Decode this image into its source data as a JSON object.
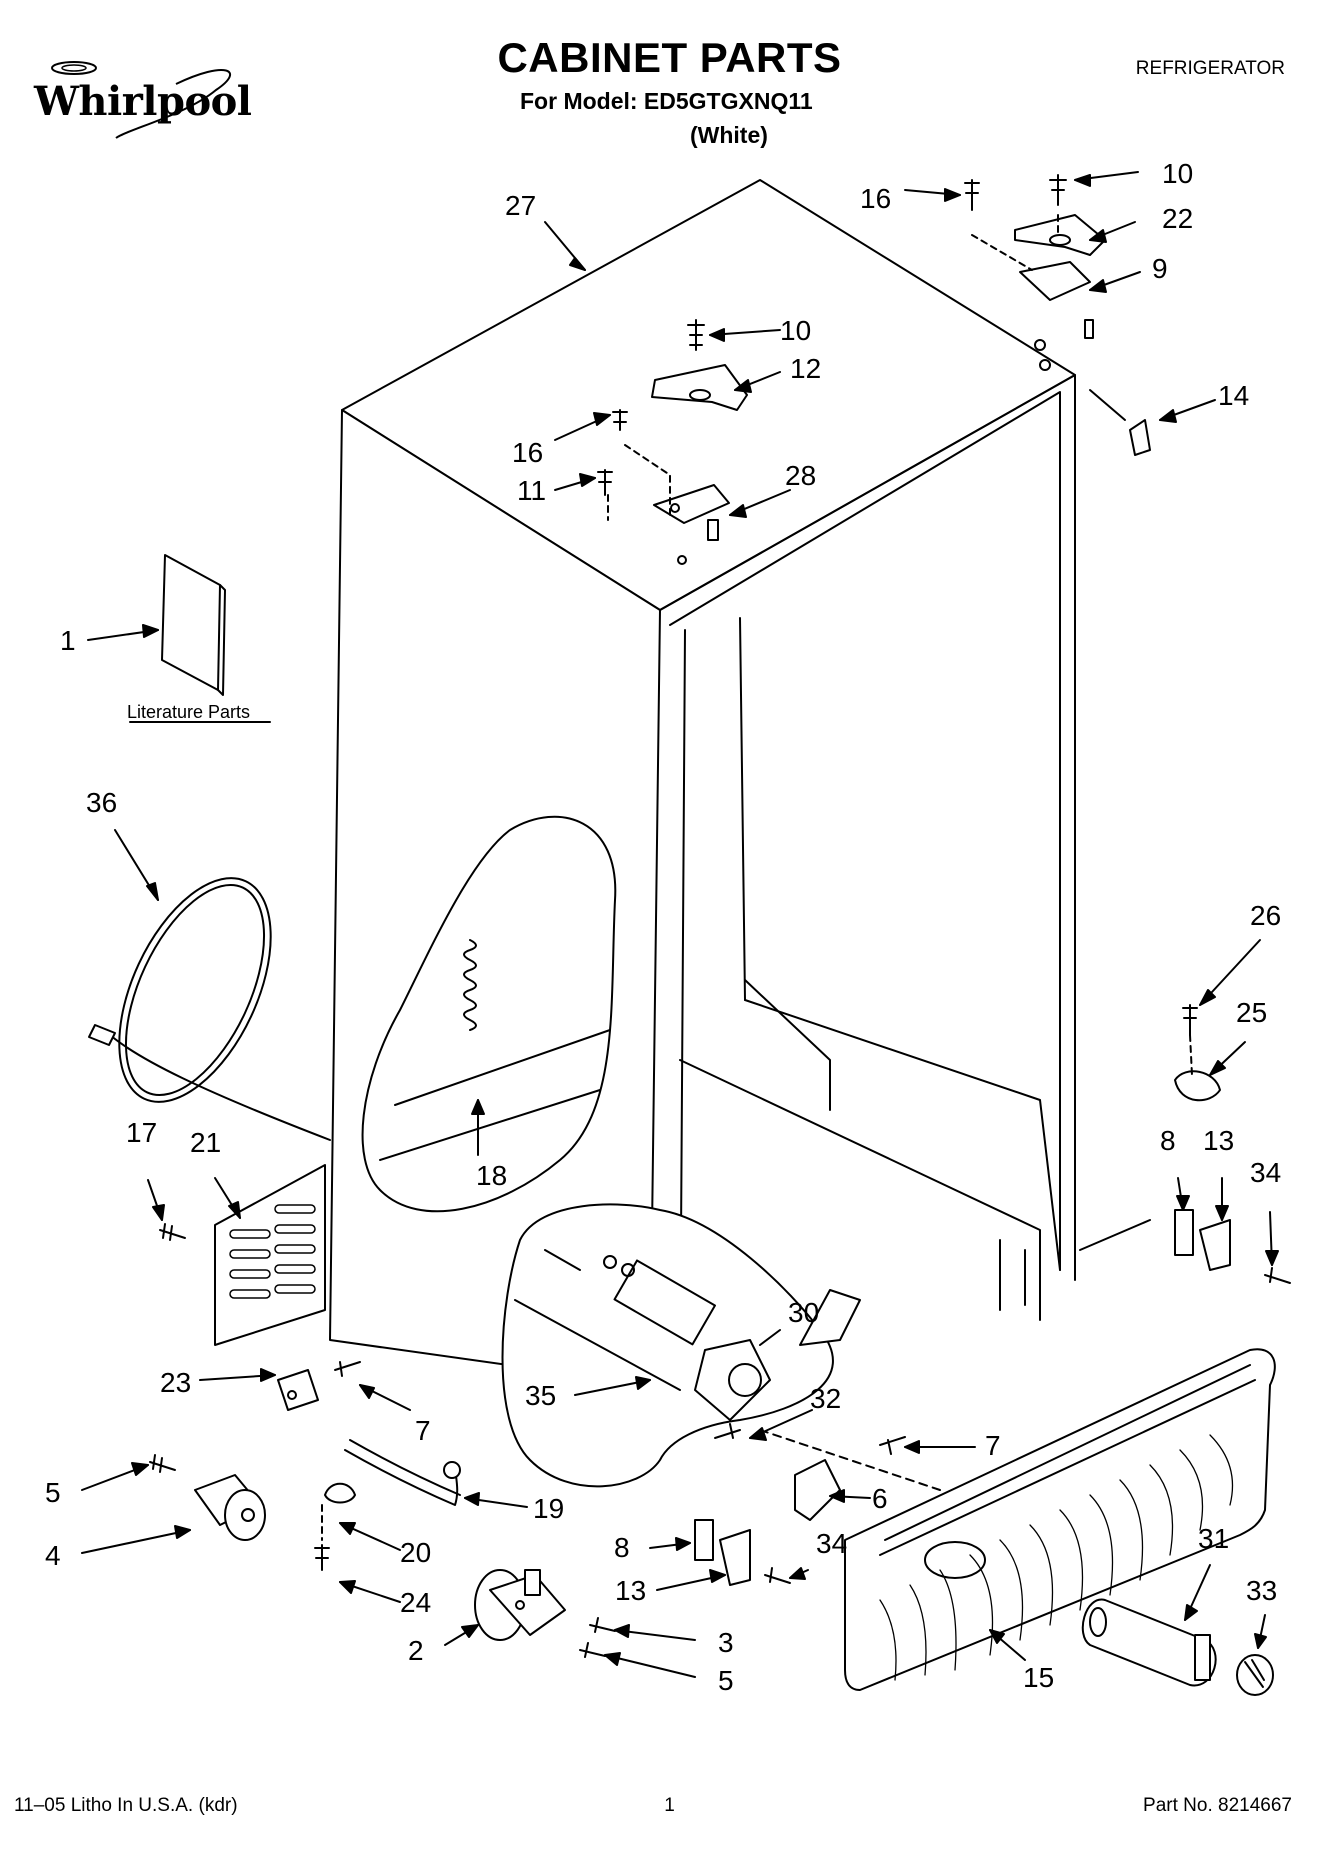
{
  "header": {
    "brand": "Whirlpool",
    "title": "CABINET PARTS",
    "model_line": "For Model: ED5GTGXNQ11",
    "variant": "(White)",
    "appliance_type": "REFRIGERATOR"
  },
  "literature_label": "Literature Parts",
  "callouts": {
    "c1": "1",
    "c2": "2",
    "c3": "3",
    "c4": "4",
    "c5a": "5",
    "c5b": "5",
    "c6": "6",
    "c7a": "7",
    "c7b": "7",
    "c8a": "8",
    "c8b": "8",
    "c9": "9",
    "c10a": "10",
    "c10b": "10",
    "c11": "11",
    "c12": "12",
    "c13a": "13",
    "c13b": "13",
    "c14": "14",
    "c15": "15",
    "c16a": "16",
    "c16b": "16",
    "c17": "17",
    "c18": "18",
    "c19": "19",
    "c20": "20",
    "c21": "21",
    "c22": "22",
    "c23": "23",
    "c24": "24",
    "c25": "25",
    "c26": "26",
    "c27": "27",
    "c28": "28",
    "c30": "30",
    "c31": "31",
    "c32": "32",
    "c33": "33",
    "c34a": "34",
    "c34b": "34",
    "c35": "35",
    "c36": "36"
  },
  "footer": {
    "left": "11–05 Litho In U.S.A. (kdr)",
    "center": "1",
    "right": "Part No. 8214667"
  }
}
